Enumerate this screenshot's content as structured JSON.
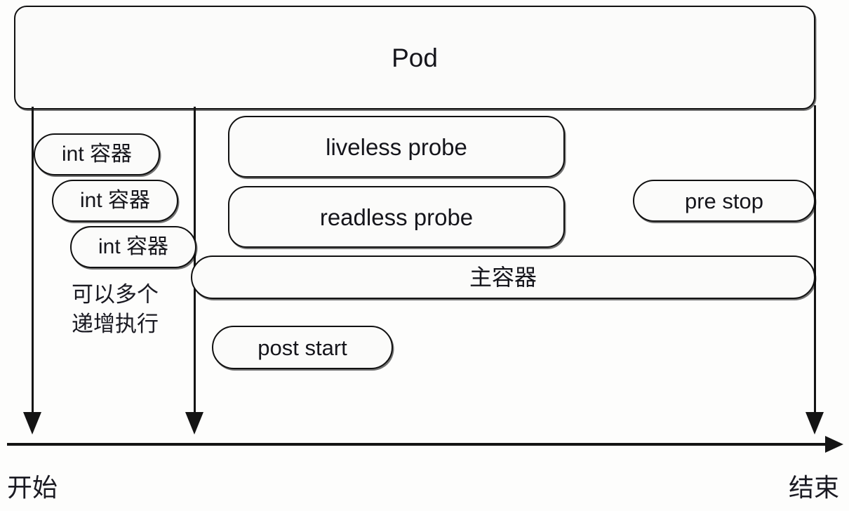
{
  "diagram": {
    "title": "Pod",
    "pod": {
      "label": "Pod"
    },
    "init_containers": {
      "boxes": [
        {
          "label": "int 容器"
        },
        {
          "label": "int 容器"
        },
        {
          "label": "int 容器"
        }
      ],
      "note": "可以多个\n递增执行"
    },
    "lifecycle_boxes": [
      {
        "name": "liveless-probe",
        "label": "liveless probe"
      },
      {
        "name": "readless-probe",
        "label": "readless probe"
      },
      {
        "name": "pre-stop",
        "label": "pre stop"
      },
      {
        "name": "main-container",
        "label": "主容器"
      },
      {
        "name": "post-start",
        "label": "post start"
      }
    ],
    "timeline": {
      "start_label": "开始",
      "end_label": "结束"
    },
    "colors": {
      "background": "#fdfdfc",
      "box_fill": "#fbfbfa",
      "stroke": "#111111",
      "text": "#15151b"
    }
  }
}
